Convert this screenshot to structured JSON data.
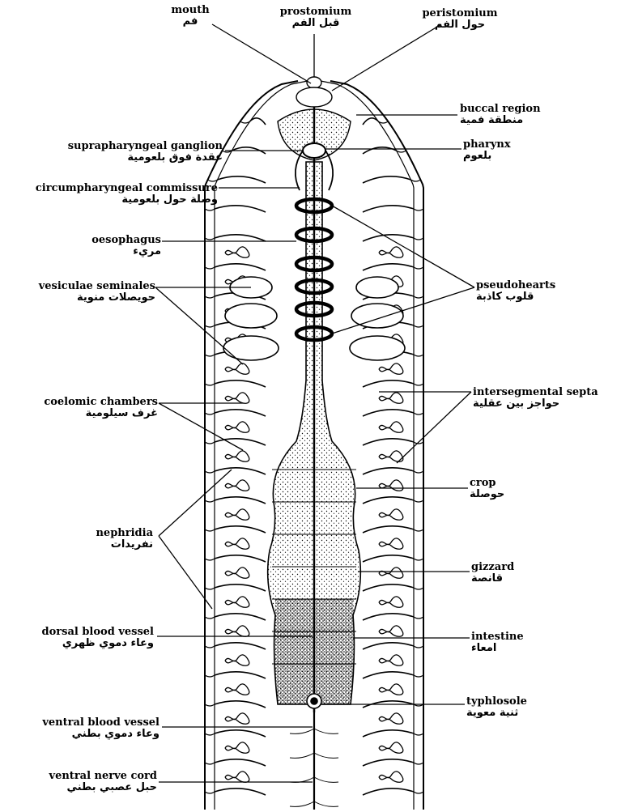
{
  "labels": {
    "mouth": {
      "en": "mouth",
      "ar": "فم"
    },
    "prostomium": {
      "en": "prostomium",
      "ar": "قبل الفم"
    },
    "peristomium": {
      "en": "peristomium",
      "ar": "حول الفم"
    },
    "buccal_region": {
      "en": "buccal region",
      "ar": "منطقة فمية"
    },
    "pharynx": {
      "en": "pharynx",
      "ar": "بلعوم"
    },
    "suprapharyngeal_ganglion": {
      "en": "suprapharyngeal ganglion",
      "ar": "عقدة فوق بلعومية"
    },
    "circumpharyngeal_commissure": {
      "en": "circumpharyngeal commissure",
      "ar": "وصلة حول بلعومية"
    },
    "oesophagus": {
      "en": "oesophagus",
      "ar": "مريء"
    },
    "vesiculae_seminales": {
      "en": "vesiculae seminales",
      "ar": "حويصلات منوية"
    },
    "pseudohearts": {
      "en": "pseudohearts",
      "ar": "قلوب كاذبة"
    },
    "coelomic_chambers": {
      "en": "coelomic chambers",
      "ar": "غرف سيلومية"
    },
    "intersegmental_septa": {
      "en": "intersegmental septa",
      "ar": "حواجز بين عقلية"
    },
    "crop": {
      "en": "crop",
      "ar": "حوصلة"
    },
    "nephridia": {
      "en": "nephridia",
      "ar": "نفريدات"
    },
    "gizzard": {
      "en": "gizzard",
      "ar": "قانصة"
    },
    "dorsal_blood_vessel": {
      "en": "dorsal blood vessel",
      "ar": "وعاء دموي ظهري"
    },
    "intestine": {
      "en": "intestine",
      "ar": "امعاء"
    },
    "typhlosole": {
      "en": "typhlosole",
      "ar": "ثنية معوية"
    },
    "ventral_blood_vessel": {
      "en": "ventral blood vessel",
      "ar": "وعاء دموي بطني"
    },
    "ventral_nerve_cord": {
      "en": "ventral nerve cord",
      "ar": "حبل عصبي بطني"
    }
  }
}
